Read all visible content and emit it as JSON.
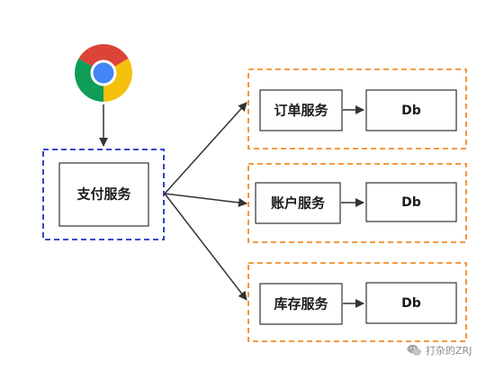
{
  "diagram": {
    "source_node": {
      "label": "支付服务"
    },
    "services": [
      {
        "label": "订单服务",
        "db_label": "Db"
      },
      {
        "label": "账户服务",
        "db_label": "Db"
      },
      {
        "label": "库存服务",
        "db_label": "Db"
      }
    ],
    "browser_icon": "chrome-browser-icon"
  },
  "colors": {
    "source_border": "#1f2fc4",
    "group_border": "#f08c28",
    "box_border": "#333333",
    "arrow": "#333333",
    "chrome_red": "#db4437",
    "chrome_yellow": "#f4c20d",
    "chrome_green": "#0f9d58",
    "chrome_blue": "#4285f4"
  },
  "watermark": {
    "text": "打杂的ZRJ",
    "icon": "wechat-icon"
  }
}
